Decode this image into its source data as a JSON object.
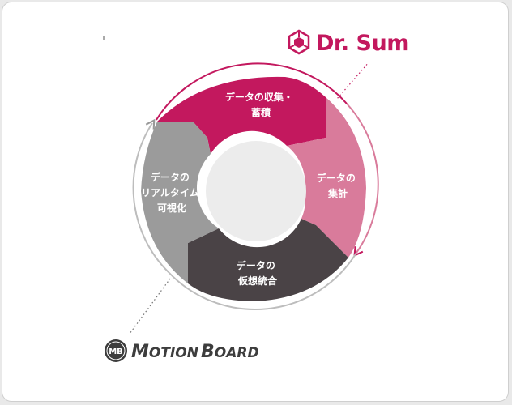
{
  "diagram": {
    "segments": [
      {
        "id": "collect",
        "lines": [
          "データの収集・",
          "蓄積"
        ],
        "color": "#c3185e"
      },
      {
        "id": "aggregate",
        "lines": [
          "データの",
          "集計"
        ],
        "color": "#d97b9b"
      },
      {
        "id": "integrate",
        "lines": [
          "データの",
          "仮想統合"
        ],
        "color": "#4a4346"
      },
      {
        "id": "visualize",
        "lines": [
          "データの",
          "リアルタイム",
          "可視化"
        ],
        "color": "#9b9b9b"
      }
    ],
    "center_color": "#ececec",
    "ring_color_primary": "#c3185e",
    "ring_color_secondary": "#bdbdbd"
  },
  "brands": {
    "drsum": {
      "text": "Dr. Sum",
      "color": "#c3185e",
      "icon": "cube-icon"
    },
    "motionboard": {
      "badge": "MB",
      "text_big_1": "M",
      "text_small_1": "OTION",
      "text_big_2": "B",
      "text_small_2": "OARD",
      "color": "#3d3d3d",
      "icon": "mb-badge-icon"
    }
  }
}
